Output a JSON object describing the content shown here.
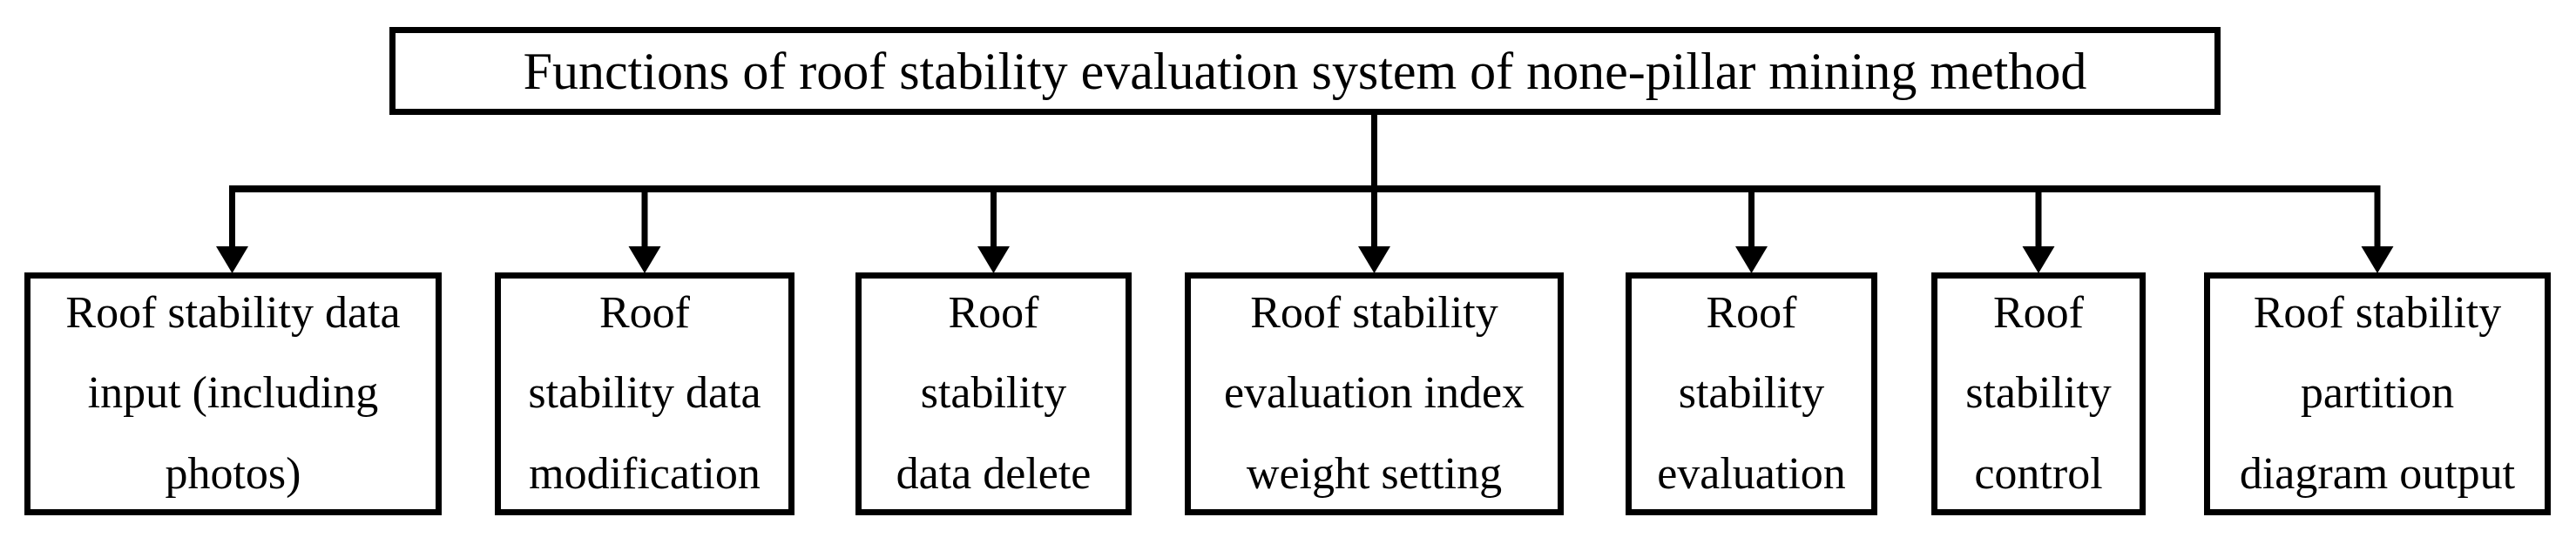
{
  "title": "Functions of roof stability evaluation system of none-pillar mining method",
  "boxes": [
    {
      "id": "data-input",
      "lines": [
        "Roof stability data",
        "input (including",
        "photos)"
      ]
    },
    {
      "id": "data-modification",
      "lines": [
        "Roof",
        "stability data",
        "modification"
      ]
    },
    {
      "id": "data-delete",
      "lines": [
        "Roof",
        "stability",
        "data delete"
      ]
    },
    {
      "id": "index-weight",
      "lines": [
        "Roof stability",
        "evaluation index",
        "weight setting"
      ]
    },
    {
      "id": "evaluation",
      "lines": [
        "Roof",
        "stability",
        "evaluation"
      ]
    },
    {
      "id": "control",
      "lines": [
        "Roof",
        "stability",
        "control"
      ]
    },
    {
      "id": "diagram-output",
      "lines": [
        "Roof stability",
        "partition",
        "diagram output"
      ]
    }
  ],
  "colors": {
    "line": "#000000",
    "background": "#ffffff",
    "text": "#000000"
  }
}
